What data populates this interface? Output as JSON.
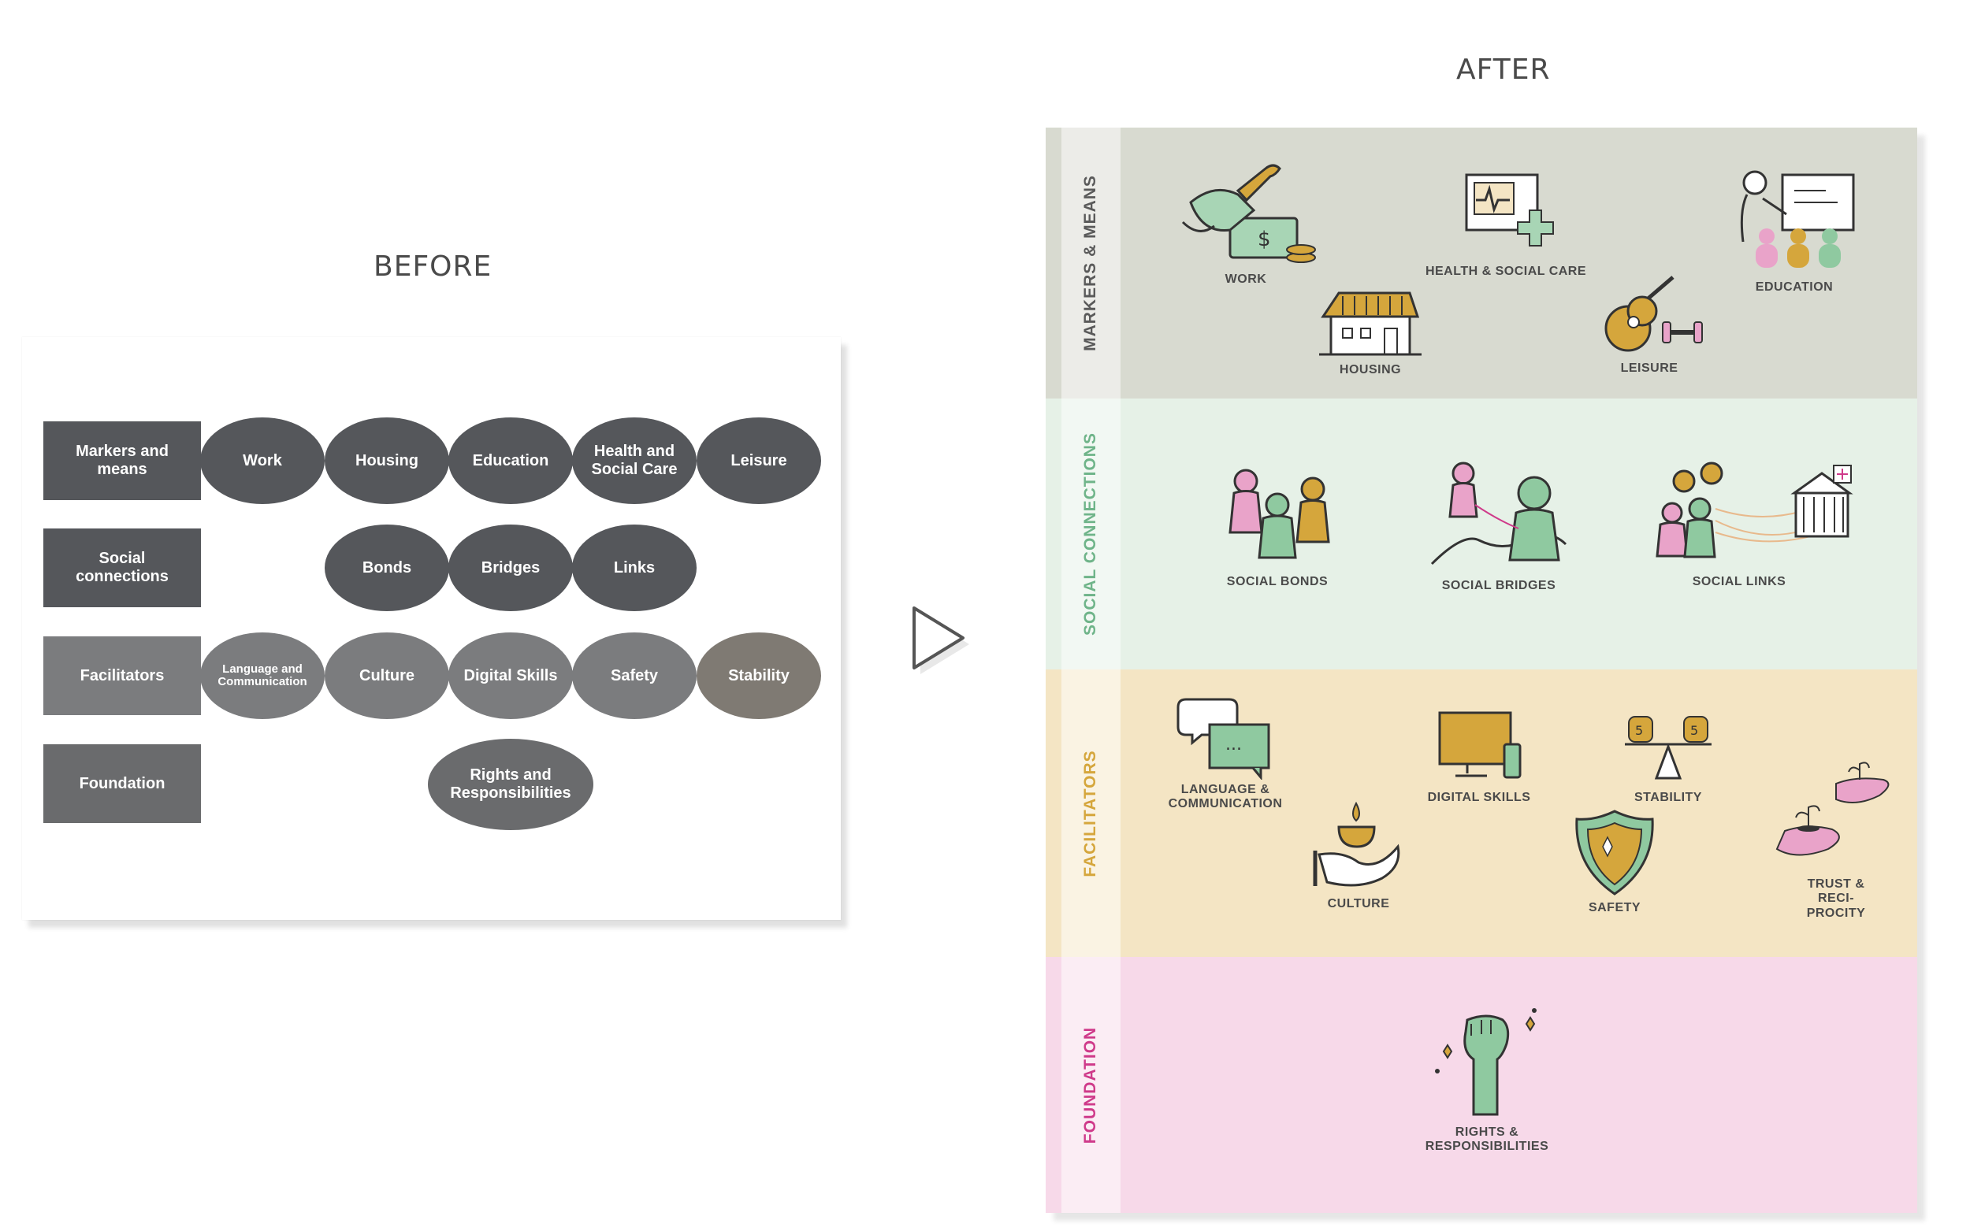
{
  "headings": {
    "before": "BEFORE",
    "after": "AFTER"
  },
  "before": {
    "rows": [
      {
        "label": "Markers and means",
        "items": [
          "Work",
          "Housing",
          "Education",
          "Health and Social Care",
          "Leisure"
        ]
      },
      {
        "label": "Social connections",
        "items": [
          "Bonds",
          "Bridges",
          "Links"
        ]
      },
      {
        "label": "Facilitators",
        "items": [
          "Language and Communication",
          "Culture",
          "Digital Skills",
          "Safety",
          "Stability"
        ]
      },
      {
        "label": "Foundation",
        "items": [
          "Rights and Responsibilities"
        ]
      }
    ]
  },
  "after": {
    "bands": [
      {
        "title": "MARKERS & MEANS",
        "color": "#5a5a5a",
        "bg": "#d8dad0",
        "strip": "#ecece8",
        "items": [
          "WORK",
          "HEALTH & SOCIAL CARE",
          "EDUCATION",
          "HOUSING",
          "LEISURE"
        ]
      },
      {
        "title": "SOCIAL CONNECTIONS",
        "color": "#6fb489",
        "bg": "#e6f1e7",
        "strip": "#f2f8f3",
        "items": [
          "SOCIAL BONDS",
          "SOCIAL BRIDGES",
          "SOCIAL LINKS"
        ]
      },
      {
        "title": "FACILITATORS",
        "color": "#d5a63c",
        "bg": "#f4e5c4",
        "strip": "#faf3e3",
        "items": [
          "LANGUAGE & COMMUNICATION",
          "DIGITAL SKILLS",
          "STABILITY",
          "CULTURE",
          "SAFETY",
          "TRUST & RECI-PROCITY"
        ]
      },
      {
        "title": "FOUNDATION",
        "color": "#cf3a8a",
        "bg": "#f7d9e9",
        "strip": "#fbedf4",
        "items": [
          "RIGHTS & RESPONSIBILITIES"
        ]
      }
    ]
  },
  "icons": {
    "play": "play-triangle-icon"
  }
}
